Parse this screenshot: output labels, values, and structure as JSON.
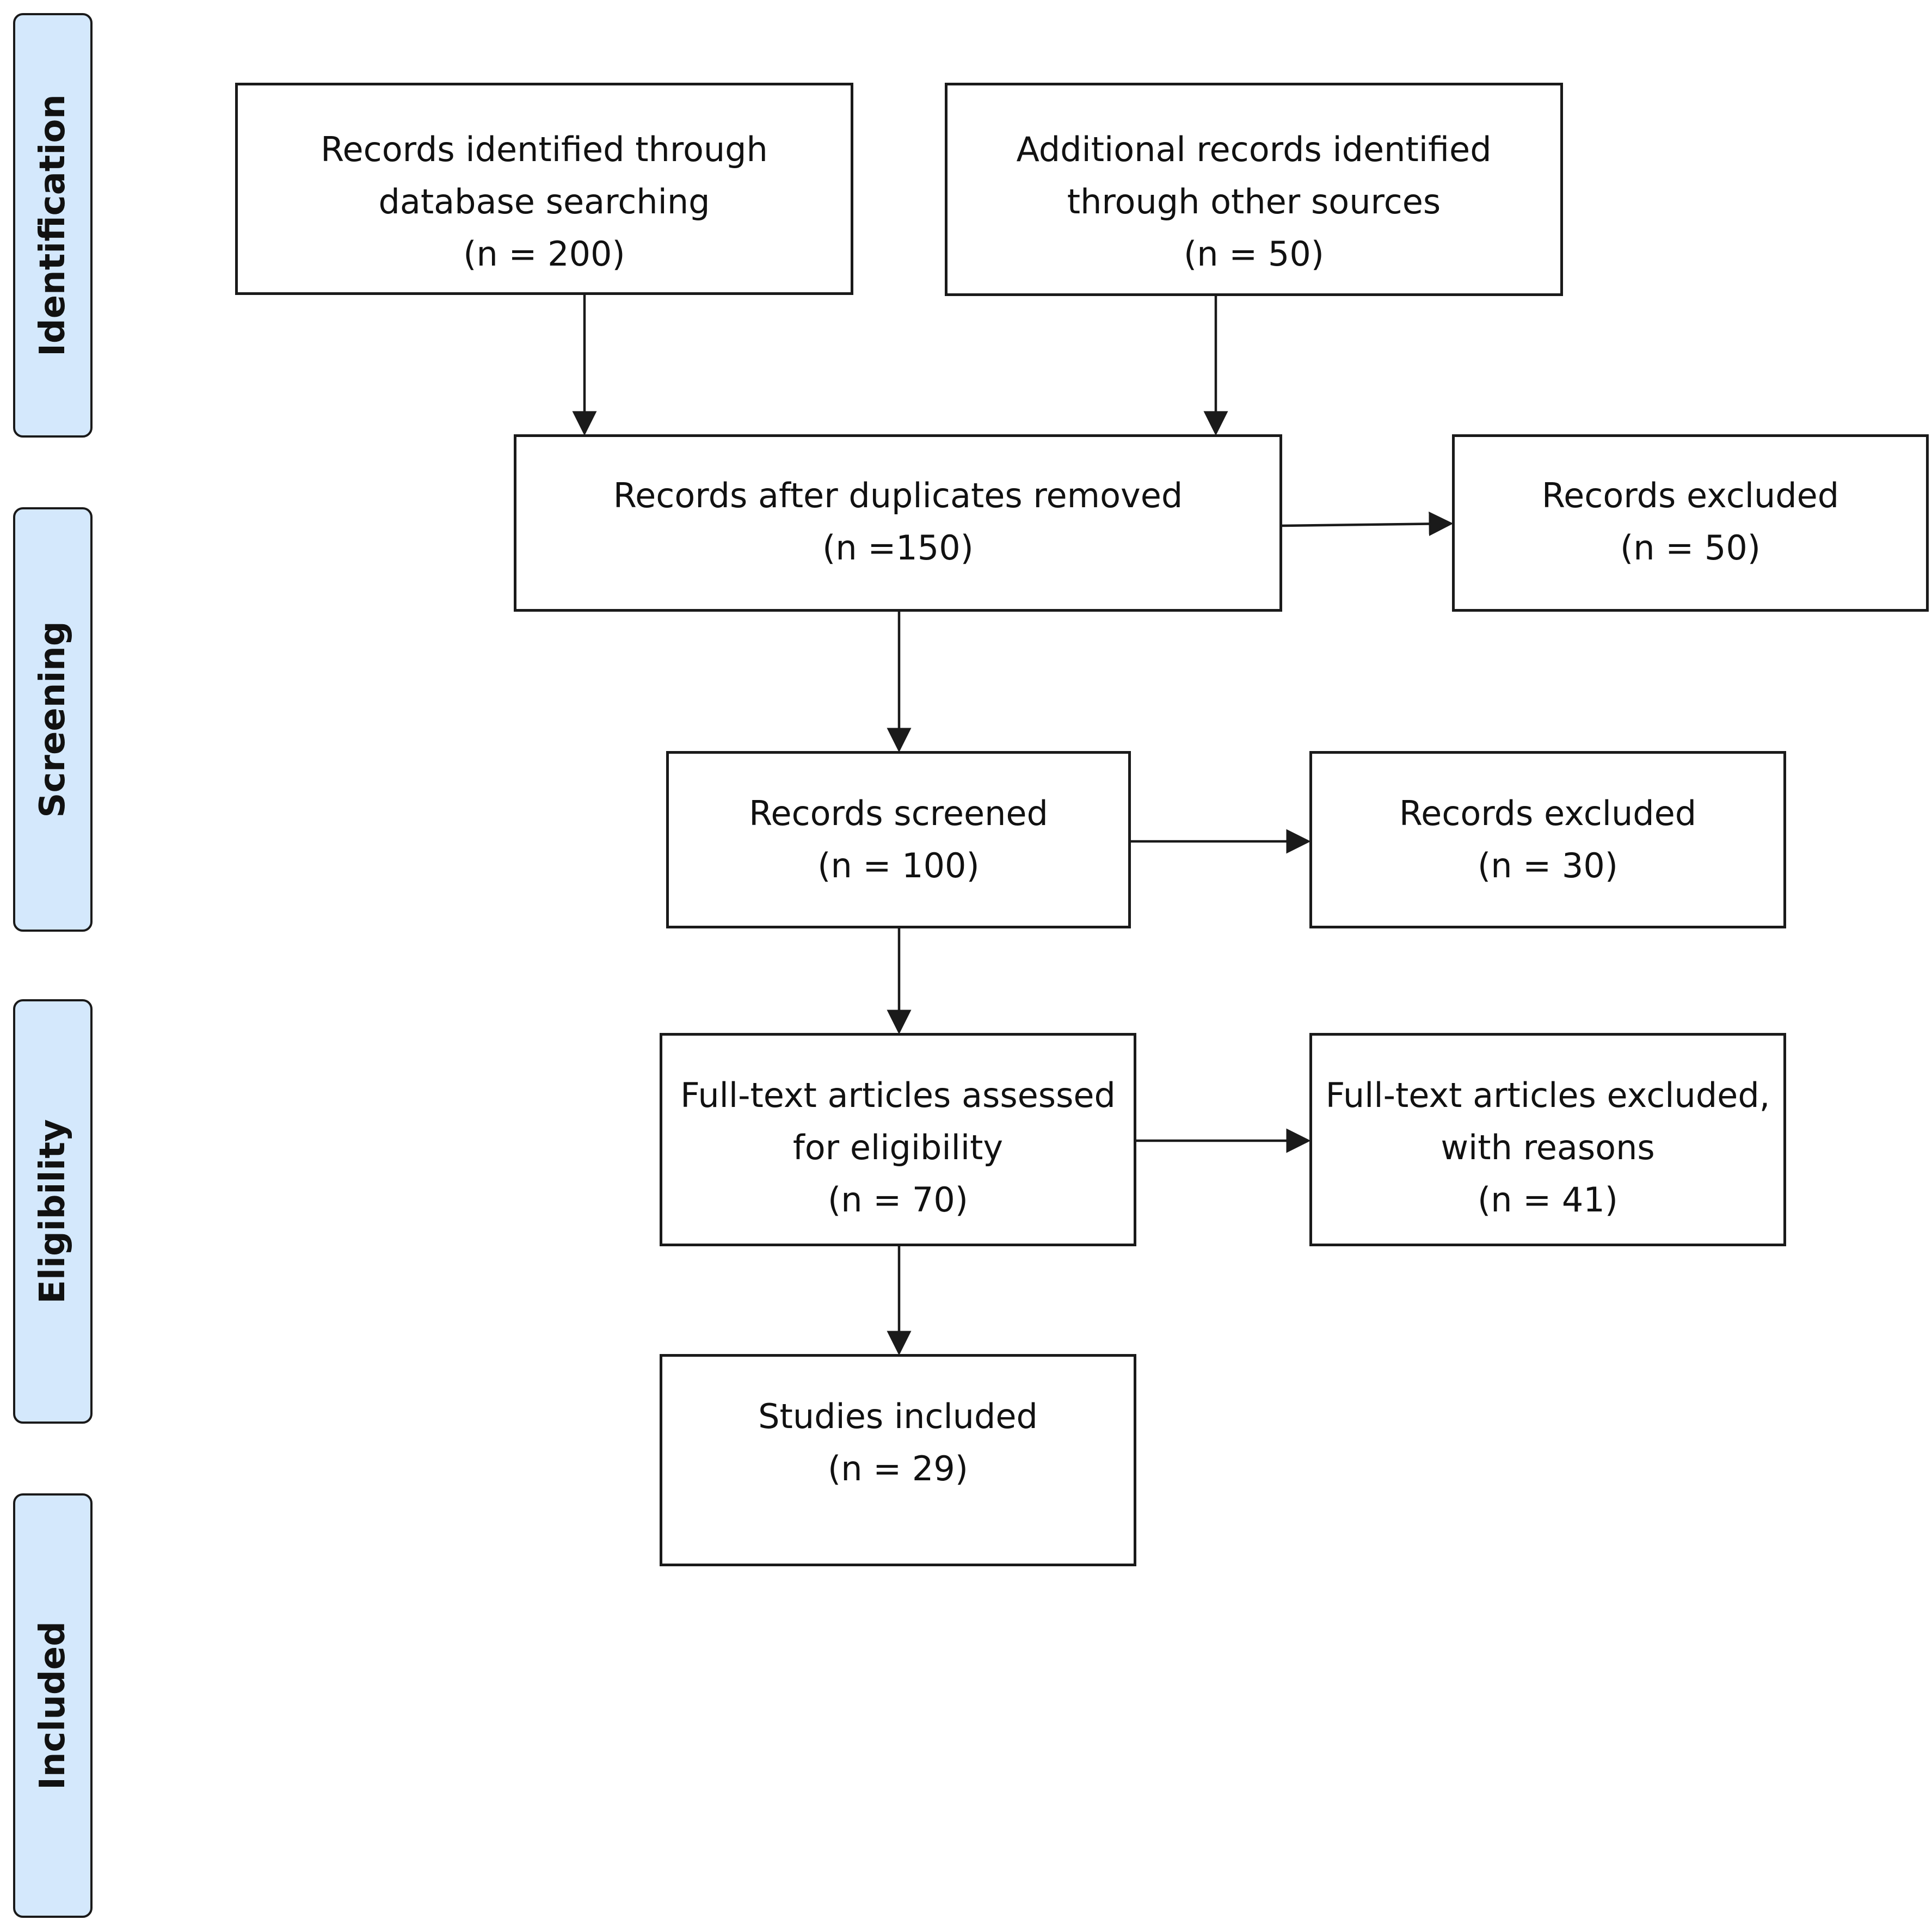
{
  "stages": {
    "identification": "Identification",
    "screening": "Screening",
    "eligibility": "Eligibility",
    "included": "Included"
  },
  "boxes": {
    "database_records": {
      "line1": "Records identified through",
      "line2": "database searching",
      "count": "(n = 200)"
    },
    "other_sources": {
      "line1": "Additional records identified",
      "line2": "through other sources",
      "count": "(n = 50)"
    },
    "after_duplicates": {
      "line1": "Records after duplicates removed",
      "count": "(n =150)"
    },
    "excluded_duplicates": {
      "line1": "Records excluded",
      "count": "(n = 50)"
    },
    "screened": {
      "line1": "Records screened",
      "count": "(n = 100)"
    },
    "excluded_screening": {
      "line1": "Records excluded",
      "count": "(n = 30)"
    },
    "fulltext_assessed": {
      "line1": "Full-text articles assessed",
      "line2": "for eligibility",
      "count": "(n = 70)"
    },
    "fulltext_excluded": {
      "line1": "Full-text articles excluded,",
      "line2": "with reasons",
      "count": "(n = 41)"
    },
    "studies_included": {
      "line1": "Studies included",
      "count": "(n = 29)"
    }
  },
  "colors": {
    "stage_fill": "#d4e8fc",
    "stroke": "#1a1a1a"
  }
}
